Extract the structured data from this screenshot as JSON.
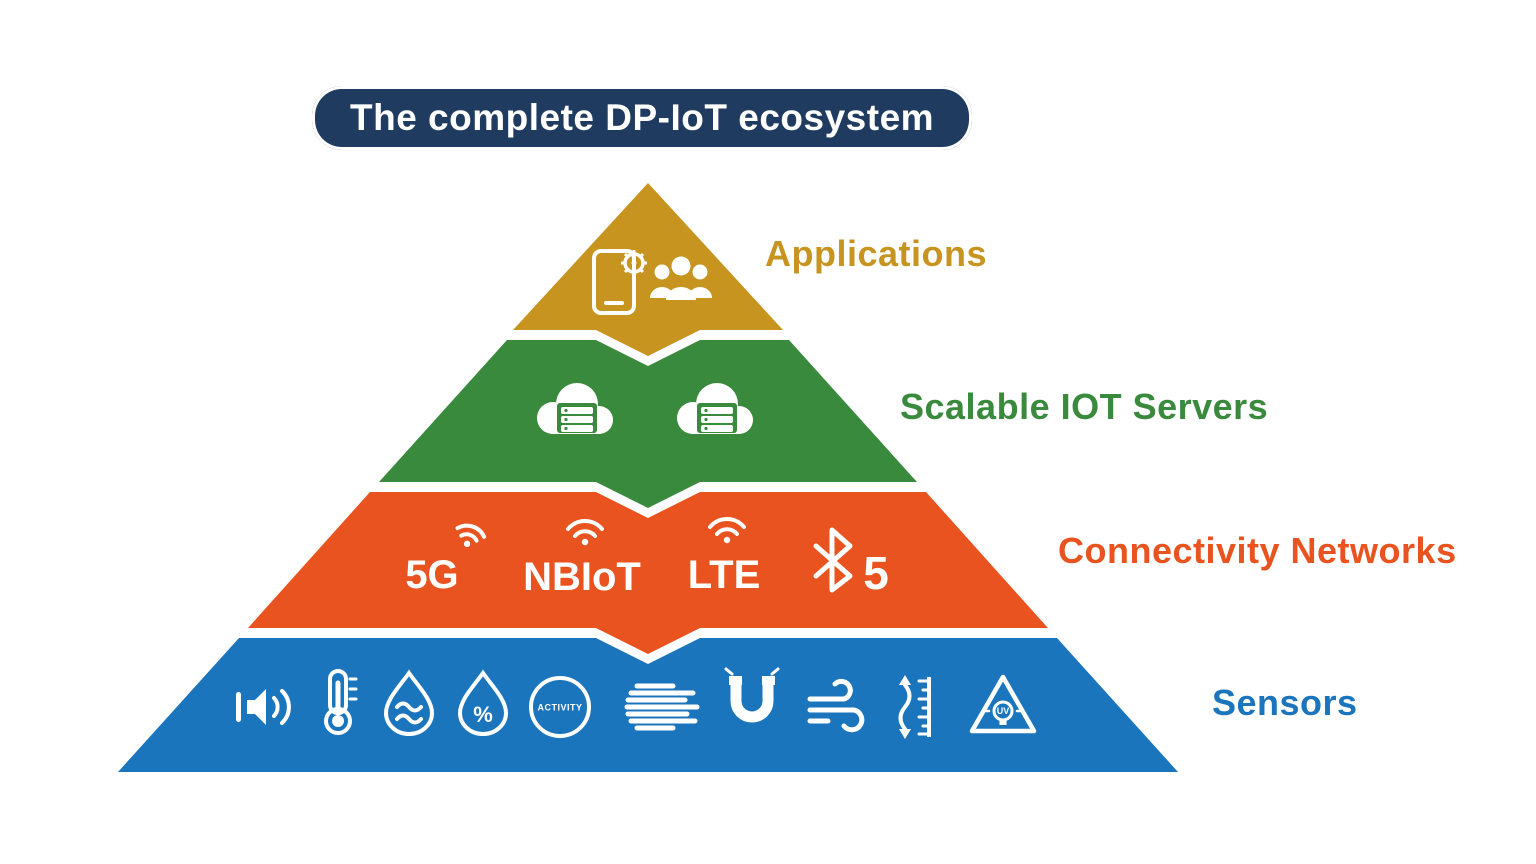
{
  "title": "The complete DP-IoT ecosystem",
  "colors": {
    "title_bg": "#203b60",
    "applications": "#c6941f",
    "servers": "#3a8a3e",
    "connectivity": "#e8531f",
    "sensors": "#1b75bc",
    "icon": "#ffffff"
  },
  "layers": {
    "applications": {
      "label": "Applications",
      "color": "#c6941f"
    },
    "servers": {
      "label": "Scalable IOT Servers",
      "color": "#3a8a3e"
    },
    "connectivity": {
      "label": "Connectivity Networks",
      "color": "#e8531f"
    },
    "sensors": {
      "label": "Sensors",
      "color": "#1b75bc"
    }
  },
  "connectivity_items": {
    "five_g": "5G",
    "nbiot": "NBIoT",
    "lte": "LTE",
    "bluetooth_version": "5"
  },
  "sensor_labels": {
    "activity": "ACTIVITY",
    "humidity_symbol": "%",
    "uv": "UV"
  },
  "icons": {
    "applications": [
      "smartphone-gear-icon",
      "people-group-icon"
    ],
    "servers": [
      "cloud-server-icon",
      "cloud-server-icon"
    ],
    "connectivity": [
      "wifi-5g-icon",
      "nbiot-signal-icon",
      "lte-signal-icon",
      "bluetooth-icon"
    ],
    "sensors": [
      "sound-sensor-icon",
      "temperature-sensor-icon",
      "water-waves-sensor-icon",
      "humidity-sensor-icon",
      "activity-sensor-icon",
      "light-sensor-icon",
      "magnetic-sensor-icon",
      "wind-sensor-icon",
      "vibration-sensor-icon",
      "uv-sensor-icon"
    ]
  }
}
